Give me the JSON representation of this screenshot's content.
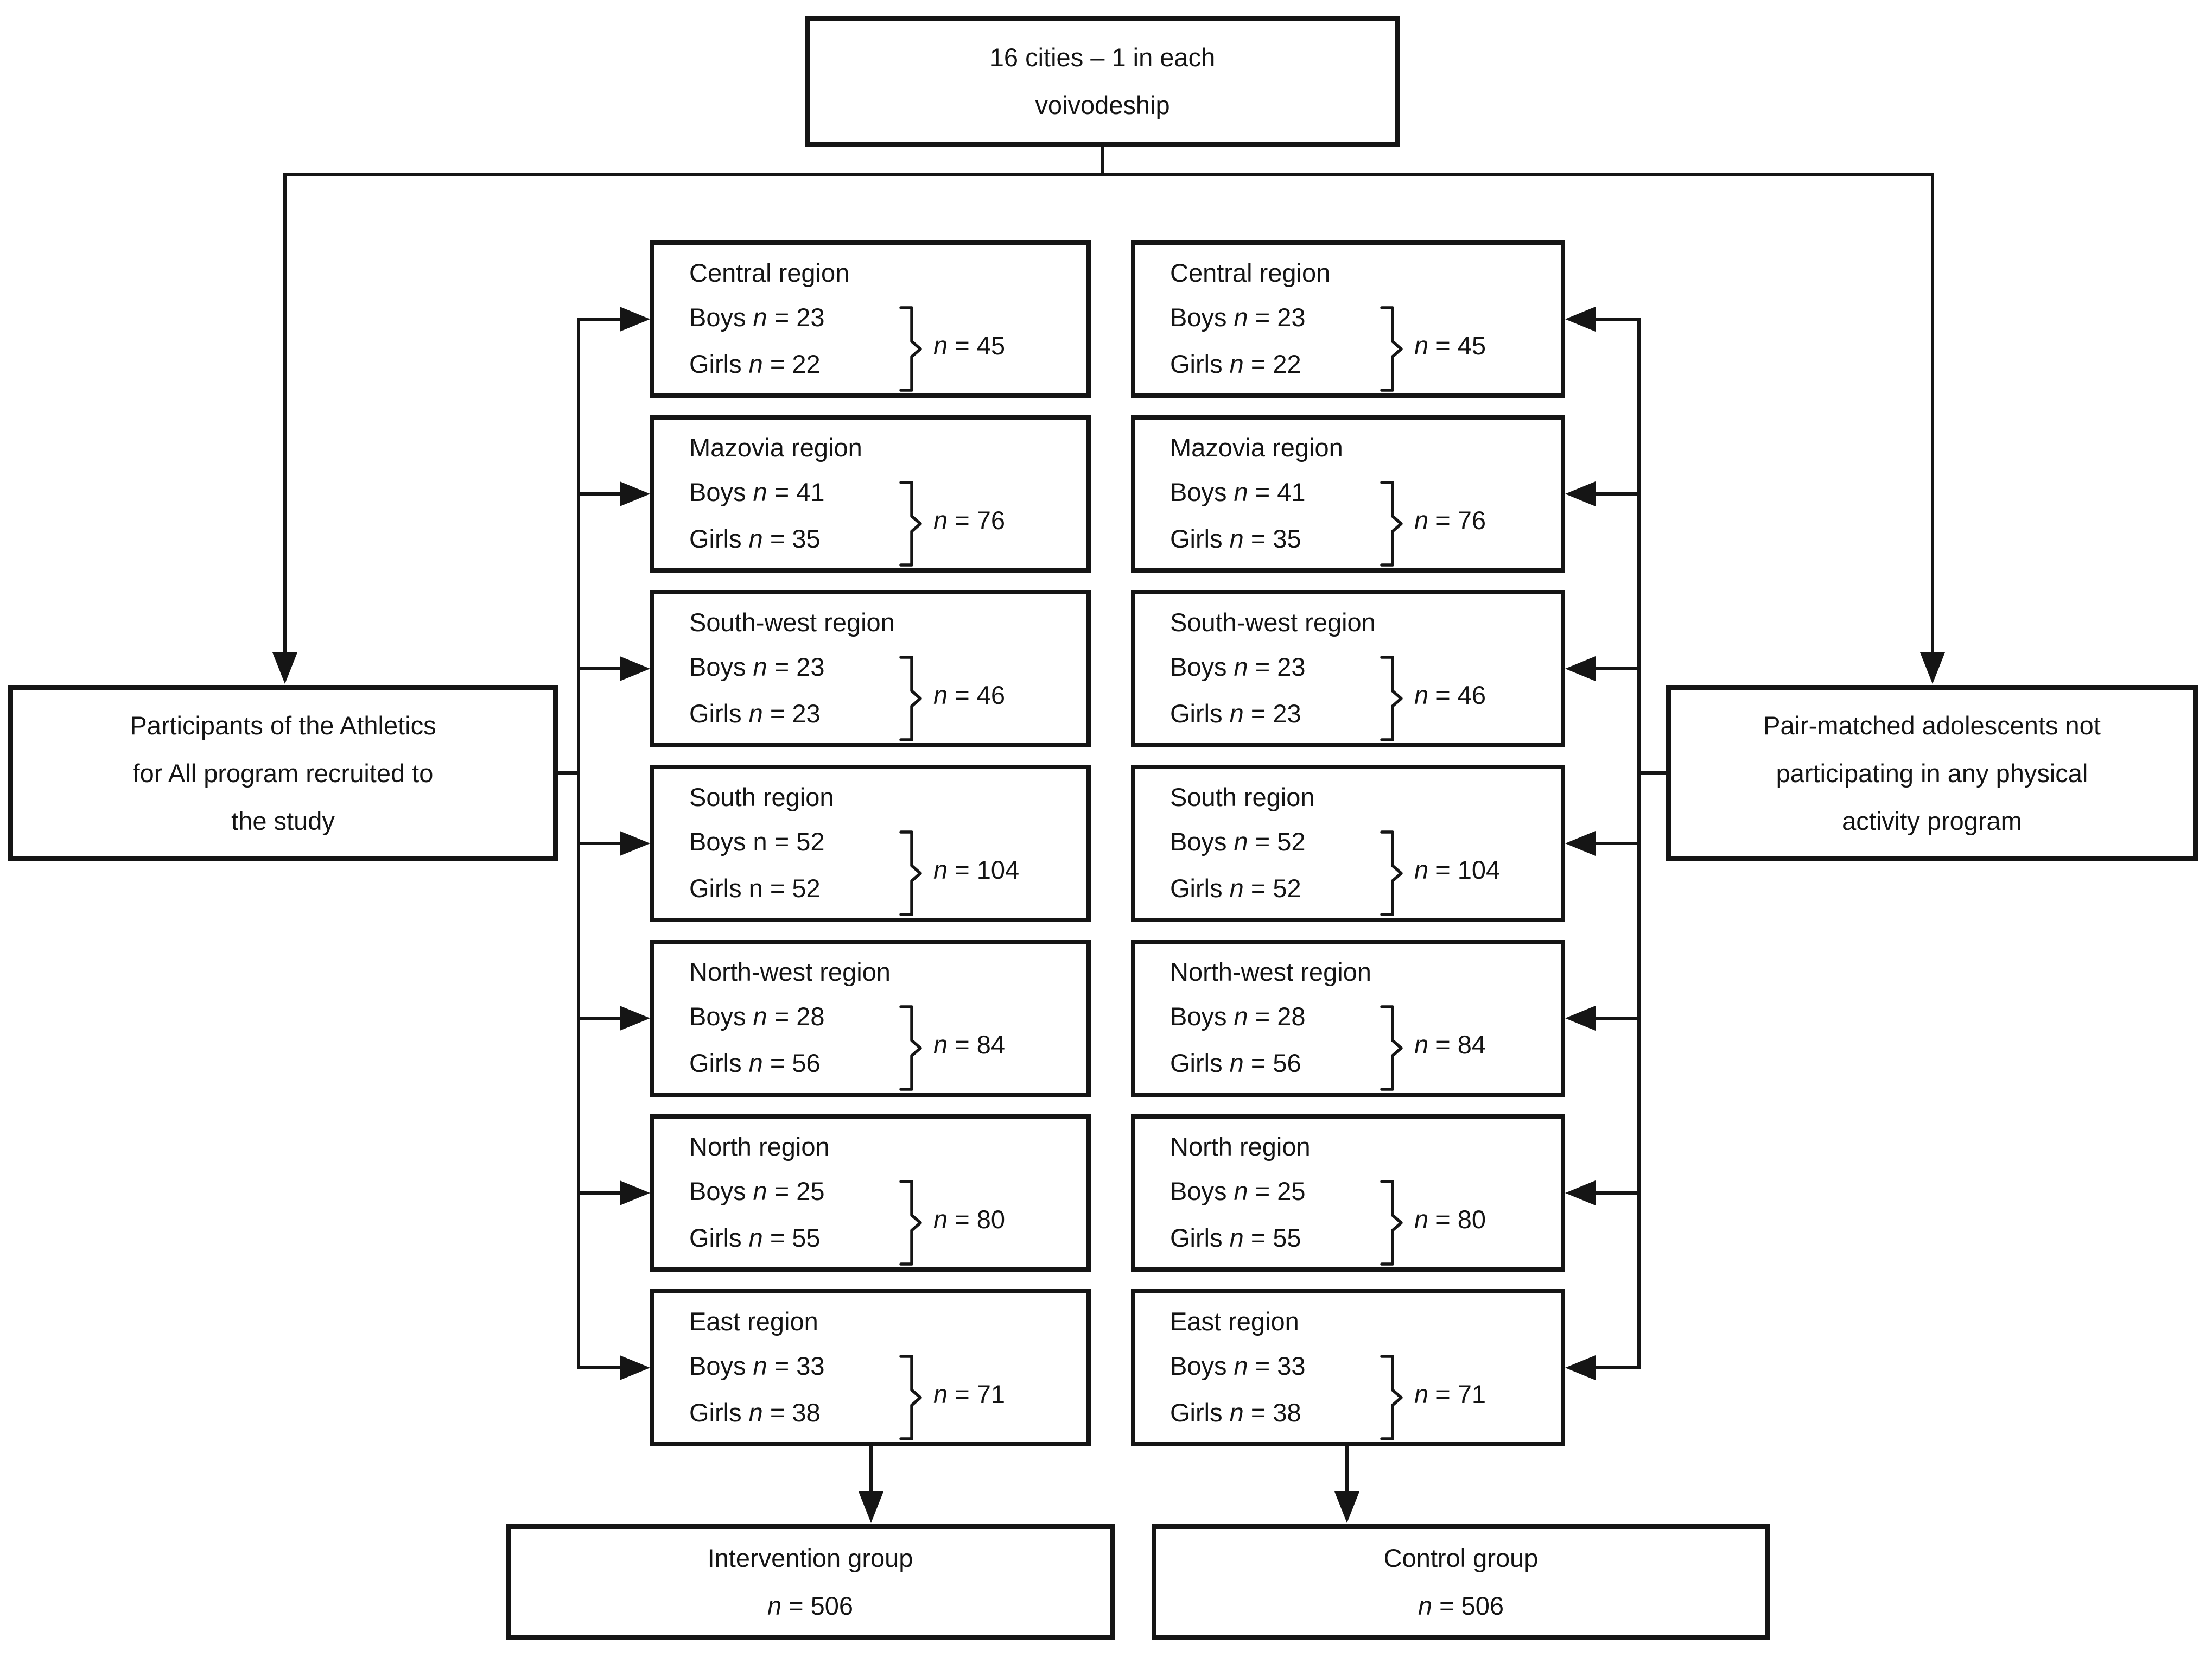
{
  "figure": {
    "top_box": "16 cities – 1 in each\nvoivodeship",
    "left_box": "Participants of the Athletics\nfor All program recruited to\nthe study",
    "right_box": "Pair-matched adolescents not\nparticipating in any physical\nactivity program"
  },
  "intervention": {
    "regions": [
      {
        "title": "Central region",
        "boys_label": "Boys ",
        "boys_n": "n",
        "boys_eq": " = 23",
        "girls_label": "Girls ",
        "girls_n": "n",
        "girls_eq": " = 22",
        "total_n": "n",
        "total_eq": " = 45"
      },
      {
        "title": "Mazovia region",
        "boys_label": "Boys ",
        "boys_n": "n",
        "boys_eq": " = 41",
        "girls_label": "Girls ",
        "girls_n": "n",
        "girls_eq": " = 35",
        "total_n": "n",
        "total_eq": " = 76"
      },
      {
        "title": "South-west region",
        "boys_label": "Boys ",
        "boys_n": "n",
        "boys_eq": " = 23",
        "girls_label": "Girls ",
        "girls_n": "n",
        "girls_eq": " = 23",
        "total_n": "n",
        "total_eq": " = 46"
      },
      {
        "title": "South region",
        "boys_label": "Boys n ",
        "boys_n": "",
        "boys_eq": "= 52",
        "girls_label": "Girls n ",
        "girls_n": "",
        "girls_eq": "= 52",
        "total_n": "n",
        "total_eq": " = 104"
      },
      {
        "title": "North-west region",
        "boys_label": "Boys ",
        "boys_n": "n",
        "boys_eq": " = 28",
        "girls_label": "Girls ",
        "girls_n": "n",
        "girls_eq": " = 56",
        "total_n": "n",
        "total_eq": " = 84"
      },
      {
        "title": "North region",
        "boys_label": "Boys ",
        "boys_n": "n",
        "boys_eq": " = 25",
        "girls_label": "Girls ",
        "girls_n": "n",
        "girls_eq": " = 55",
        "total_n": "n",
        "total_eq": " = 80"
      },
      {
        "title": "East region",
        "boys_label": "Boys ",
        "boys_n": "n",
        "boys_eq": " = 33",
        "girls_label": "Girls ",
        "girls_n": "n",
        "girls_eq": " = 38",
        "total_n": "n",
        "total_eq": " = 71"
      }
    ],
    "result_title": "Intervention group",
    "result_n": "n",
    "result_eq": " = 506"
  },
  "control": {
    "regions": [
      {
        "title": "Central region",
        "boys_label": "Boys ",
        "boys_n": "n",
        "boys_eq": " = 23",
        "girls_label": "Girls ",
        "girls_n": "n",
        "girls_eq": " = 22",
        "total_n": "n",
        "total_eq": " = 45"
      },
      {
        "title": "Mazovia region",
        "boys_label": "Boys ",
        "boys_n": "n",
        "boys_eq": " = 41",
        "girls_label": "Girls ",
        "girls_n": "n",
        "girls_eq": " = 35",
        "total_n": "n",
        "total_eq": " = 76"
      },
      {
        "title": "South-west region",
        "boys_label": "Boys ",
        "boys_n": "n",
        "boys_eq": " = 23",
        "girls_label": "Girls ",
        "girls_n": "n",
        "girls_eq": " = 23",
        "total_n": "n",
        "total_eq": " = 46"
      },
      {
        "title": "South region",
        "boys_label": "Boys ",
        "boys_n": "n",
        "boys_eq": " = 52",
        "girls_label": "Girls ",
        "girls_n": "n",
        "girls_eq": " = 52",
        "total_n": "n",
        "total_eq": " = 104"
      },
      {
        "title": "North-west region",
        "boys_label": "Boys ",
        "boys_n": "n",
        "boys_eq": " = 28",
        "girls_label": "Girls ",
        "girls_n": "n",
        "girls_eq": " = 56",
        "total_n": "n",
        "total_eq": " = 84"
      },
      {
        "title": "North region",
        "boys_label": "Boys ",
        "boys_n": "n",
        "boys_eq": " = 25",
        "girls_label": "Girls ",
        "girls_n": "n",
        "girls_eq": " = 55",
        "total_n": "n",
        "total_eq": " = 80"
      },
      {
        "title": "East region",
        "boys_label": "Boys ",
        "boys_n": "n",
        "boys_eq": " = 33",
        "girls_label": "Girls ",
        "girls_n": "n",
        "girls_eq": " = 38",
        "total_n": "n",
        "total_eq": " = 71"
      }
    ],
    "result_title": "Control group",
    "result_n": "n",
    "result_eq": " = 506"
  }
}
